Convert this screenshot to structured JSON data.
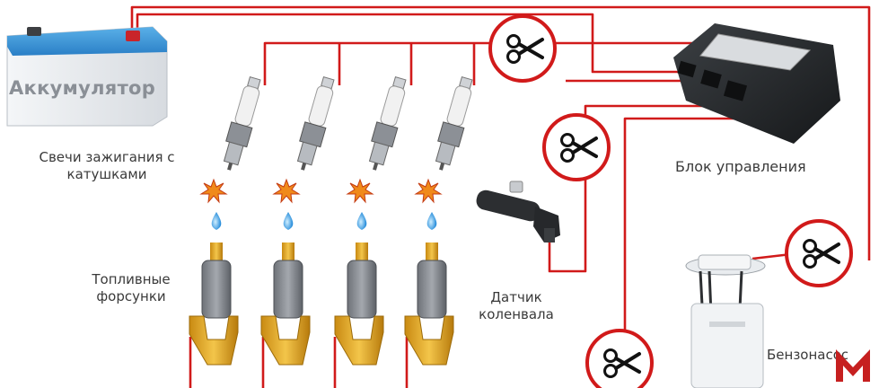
{
  "labels": {
    "battery": "Аккумулятор",
    "spark_plugs": "Свечи зажигания с\nкатушками",
    "ecu": "Блок управления",
    "injectors": "Топливные\nфорсунки",
    "crank_sensor": "Датчик\nколенвала",
    "fuel_pump": "Бензонасос"
  },
  "icons": {
    "cut": "scissors-icon",
    "spark": "spark-icon",
    "fuel_drop": "fuel-drop-icon",
    "logo": "m-logo-icon"
  },
  "colors": {
    "wire": "#d11a1a",
    "cut_circle": "#d11a1a",
    "logo": "#c62020",
    "label_text": "#3a3a3a"
  }
}
